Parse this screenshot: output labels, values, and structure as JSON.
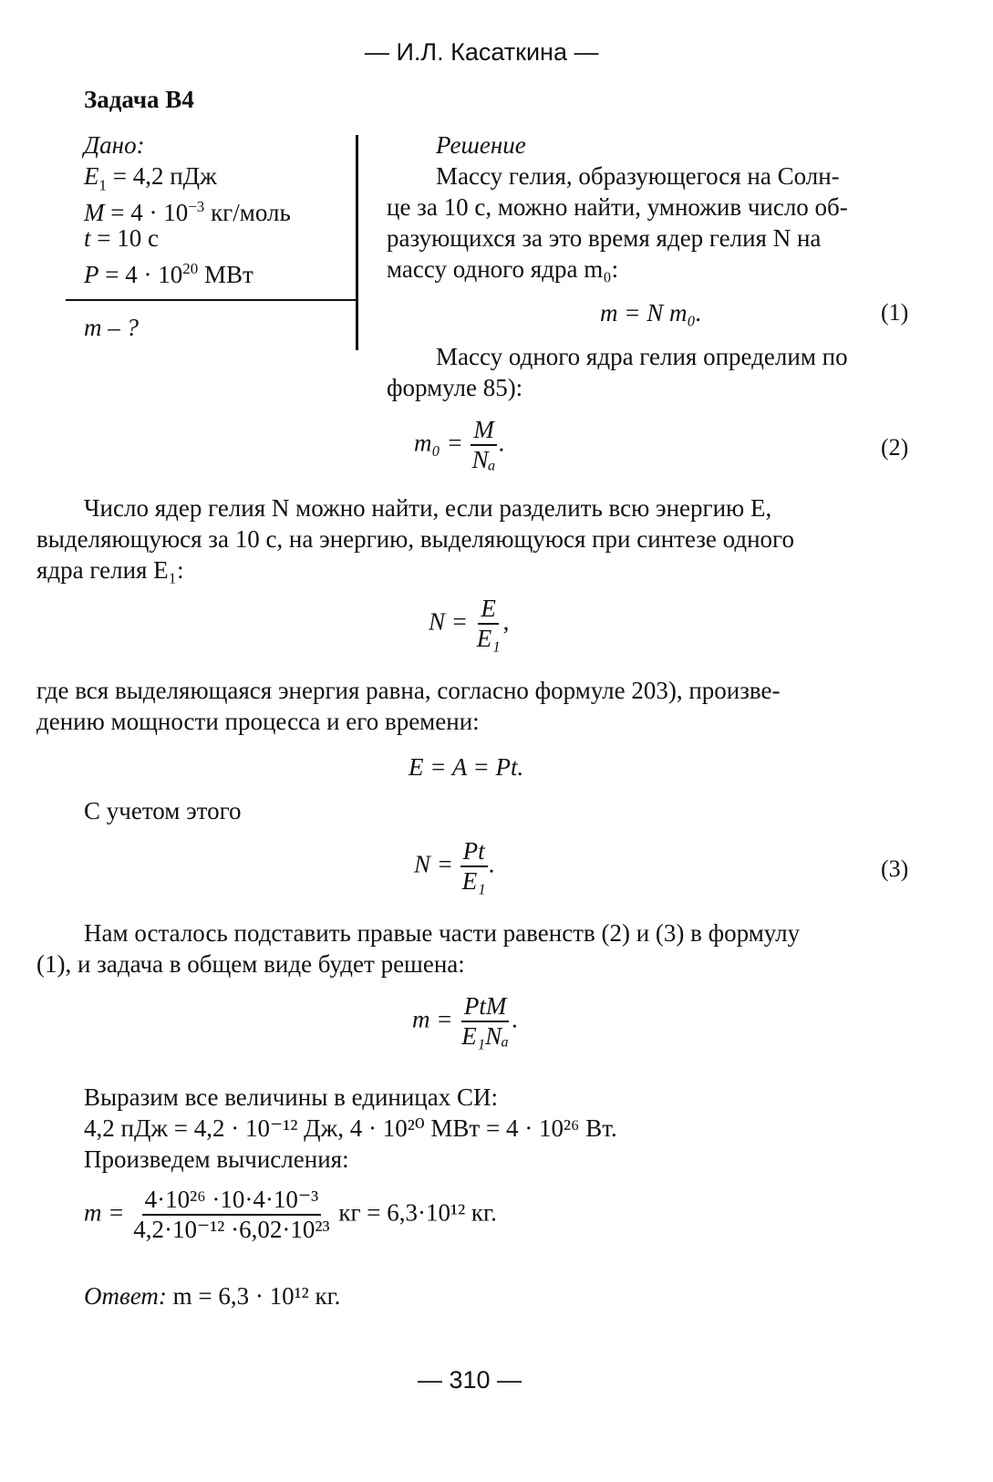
{
  "header": {
    "running_title": "— И.Л. Касаткина —"
  },
  "problem": {
    "title": "Задача В4"
  },
  "given": {
    "label": "Дано:",
    "lines": [
      {
        "lhs": "E",
        "sub": "1",
        "rhs": " = 4,2 пДж"
      },
      {
        "lhs": "M",
        "rhs": " = 4 · 10",
        "sup": "−3",
        "tail": " кг/моль"
      },
      {
        "lhs": "t",
        "rhs": " = 10 с"
      },
      {
        "lhs": "P",
        "rhs": " = 4 · 10",
        "sup": "20",
        "tail": " МВт"
      }
    ],
    "find": "m – ?"
  },
  "solution": {
    "label": "Решение",
    "p1": [
      "Массу гелия, образующегося на Солн-",
      "це за 10 с, можно найти, умножив число об-",
      "разующихся за это время ядер гелия N на",
      "массу одного ядра m₀:"
    ],
    "eq1": {
      "text": "m = N m₀.",
      "num": "(1)"
    },
    "p2": [
      "Массу одного ядра гелия определим по",
      "формуле 85):"
    ],
    "eq2": {
      "lhs": "m₀ =",
      "numer": "M",
      "denom": "Nₐ",
      "dot": ".",
      "num": "(2)"
    },
    "p3": [
      "Число ядер гелия N можно найти, если разделить всю энергию E,",
      "выделяющуюся за 10 с, на энергию, выделяющуюся при синтезе одного",
      "ядра гелия E₁:"
    ],
    "eqN": {
      "lhs": "N =",
      "numer": "E",
      "denom": "E₁",
      "dot": ","
    },
    "p4": [
      "где вся выделяющаяся энергия равна, согласно формуле 203), произве-",
      "дению мощности процесса и его времени:"
    ],
    "eqE": "E = A = Pt.",
    "p5": "С учетом этого",
    "eq3": {
      "lhs": "N =",
      "numer": "Pt",
      "denom": "E₁",
      "dot": ".",
      "num": "(3)"
    },
    "p6": [
      "Нам осталось подставить правые части равенств (2) и (3) в формулу",
      "(1), и задача в общем виде будет решена:"
    ],
    "eqM": {
      "lhs": "m =",
      "numer": "PtM",
      "denom": "E₁Nₐ",
      "dot": "."
    },
    "p7": "Выразим все величины в единицах СИ:",
    "si": "4,2 пДж = 4,2 · 10⁻¹² Дж, 4 · 10²⁰ МВт = 4 · 10²⁶ Вт.",
    "p8": "Произведем вычисления:",
    "calc": {
      "lhs": "m =",
      "numer": "4·10²⁶ ·10·4·10⁻³",
      "denom": "4,2·10⁻¹² ·6,02·10²³",
      "rhs": "кг = 6,3·10¹² кг."
    },
    "answer": {
      "label": "Ответ:",
      "value": " m = 6,3 · 10¹² кг."
    }
  },
  "footer": {
    "page_number": "— 310 —"
  }
}
